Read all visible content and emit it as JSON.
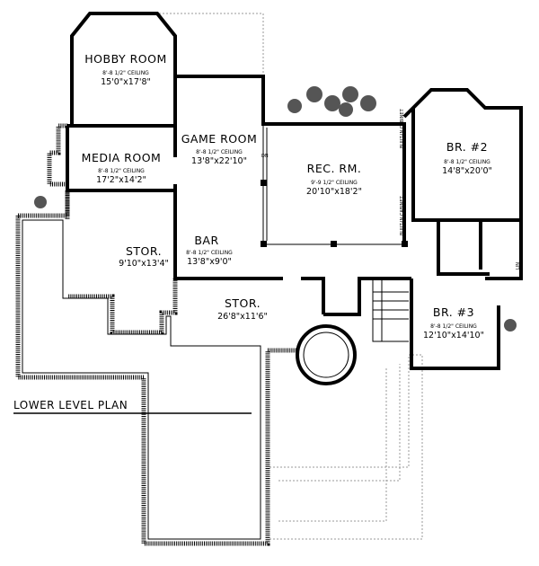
{
  "plan_title": "LOWER LEVEL PLAN",
  "rooms": [
    {
      "name": "HOBBY ROOM",
      "ceiling": "8'-8 1/2\" CEILING",
      "size": "15'0\"x17'8\""
    },
    {
      "name": "MEDIA ROOM",
      "ceiling": "8'-8 1/2\" CEILING",
      "size": "17'2\"x14'2\""
    },
    {
      "name": "GAME ROOM",
      "ceiling": "8'-8 1/2\" CEILING",
      "size": "13'8\"x22'10\""
    },
    {
      "name": "REC. RM.",
      "ceiling": "9'-9 1/2\" CEILING",
      "size": "20'10\"x18'2\""
    },
    {
      "name": "BR. #2",
      "ceiling": "8'-8 1/2\" CEILING",
      "size": "14'8\"x20'0\""
    },
    {
      "name": "BAR",
      "ceiling": "8'-8 1/2\" CEILING",
      "size": "13'8\"x9'0\""
    },
    {
      "name": "STOR.",
      "size": "9'10\"x13'4\""
    },
    {
      "name": "STOR.",
      "size": "26'8\"x11'6\""
    },
    {
      "name": "BR. #3",
      "ceiling": "8'-8 1/2\" CEILING",
      "size": "12'10\"x14'10\""
    }
  ],
  "annotations": {
    "built_in_cabinet": "BUILT-IN CABINET",
    "linen": "LIN",
    "down": "DN"
  }
}
